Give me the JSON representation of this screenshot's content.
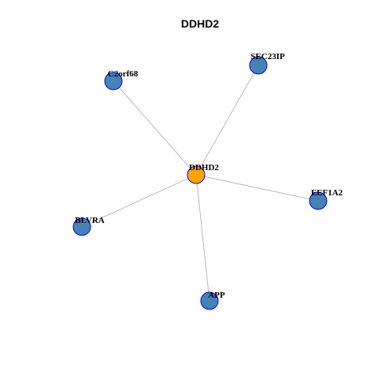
{
  "title": "DDHD2",
  "colors": {
    "center_node_fill": "#FFA500",
    "neighbor_node_fill": "#4682B4",
    "node_border": "#0000FF",
    "edge": "#AAAAAA",
    "background": "#FFFFFF"
  },
  "nodes": [
    {
      "id": "DDHD2",
      "label": "DDHD2",
      "role": "center"
    },
    {
      "id": "SEC23IP",
      "label": "SEC23IP",
      "role": "neighbor"
    },
    {
      "id": "C2orf68",
      "label": "C2orf68",
      "role": "neighbor"
    },
    {
      "id": "EEF1A2",
      "label": "EEF1A2",
      "role": "neighbor"
    },
    {
      "id": "BLVRA",
      "label": "BLVRA",
      "role": "neighbor"
    },
    {
      "id": "APP",
      "label": "APP",
      "role": "neighbor"
    }
  ],
  "edges": [
    {
      "source": "DDHD2",
      "target": "SEC23IP"
    },
    {
      "source": "DDHD2",
      "target": "C2orf68"
    },
    {
      "source": "DDHD2",
      "target": "EEF1A2"
    },
    {
      "source": "DDHD2",
      "target": "BLVRA"
    },
    {
      "source": "DDHD2",
      "target": "APP"
    }
  ]
}
